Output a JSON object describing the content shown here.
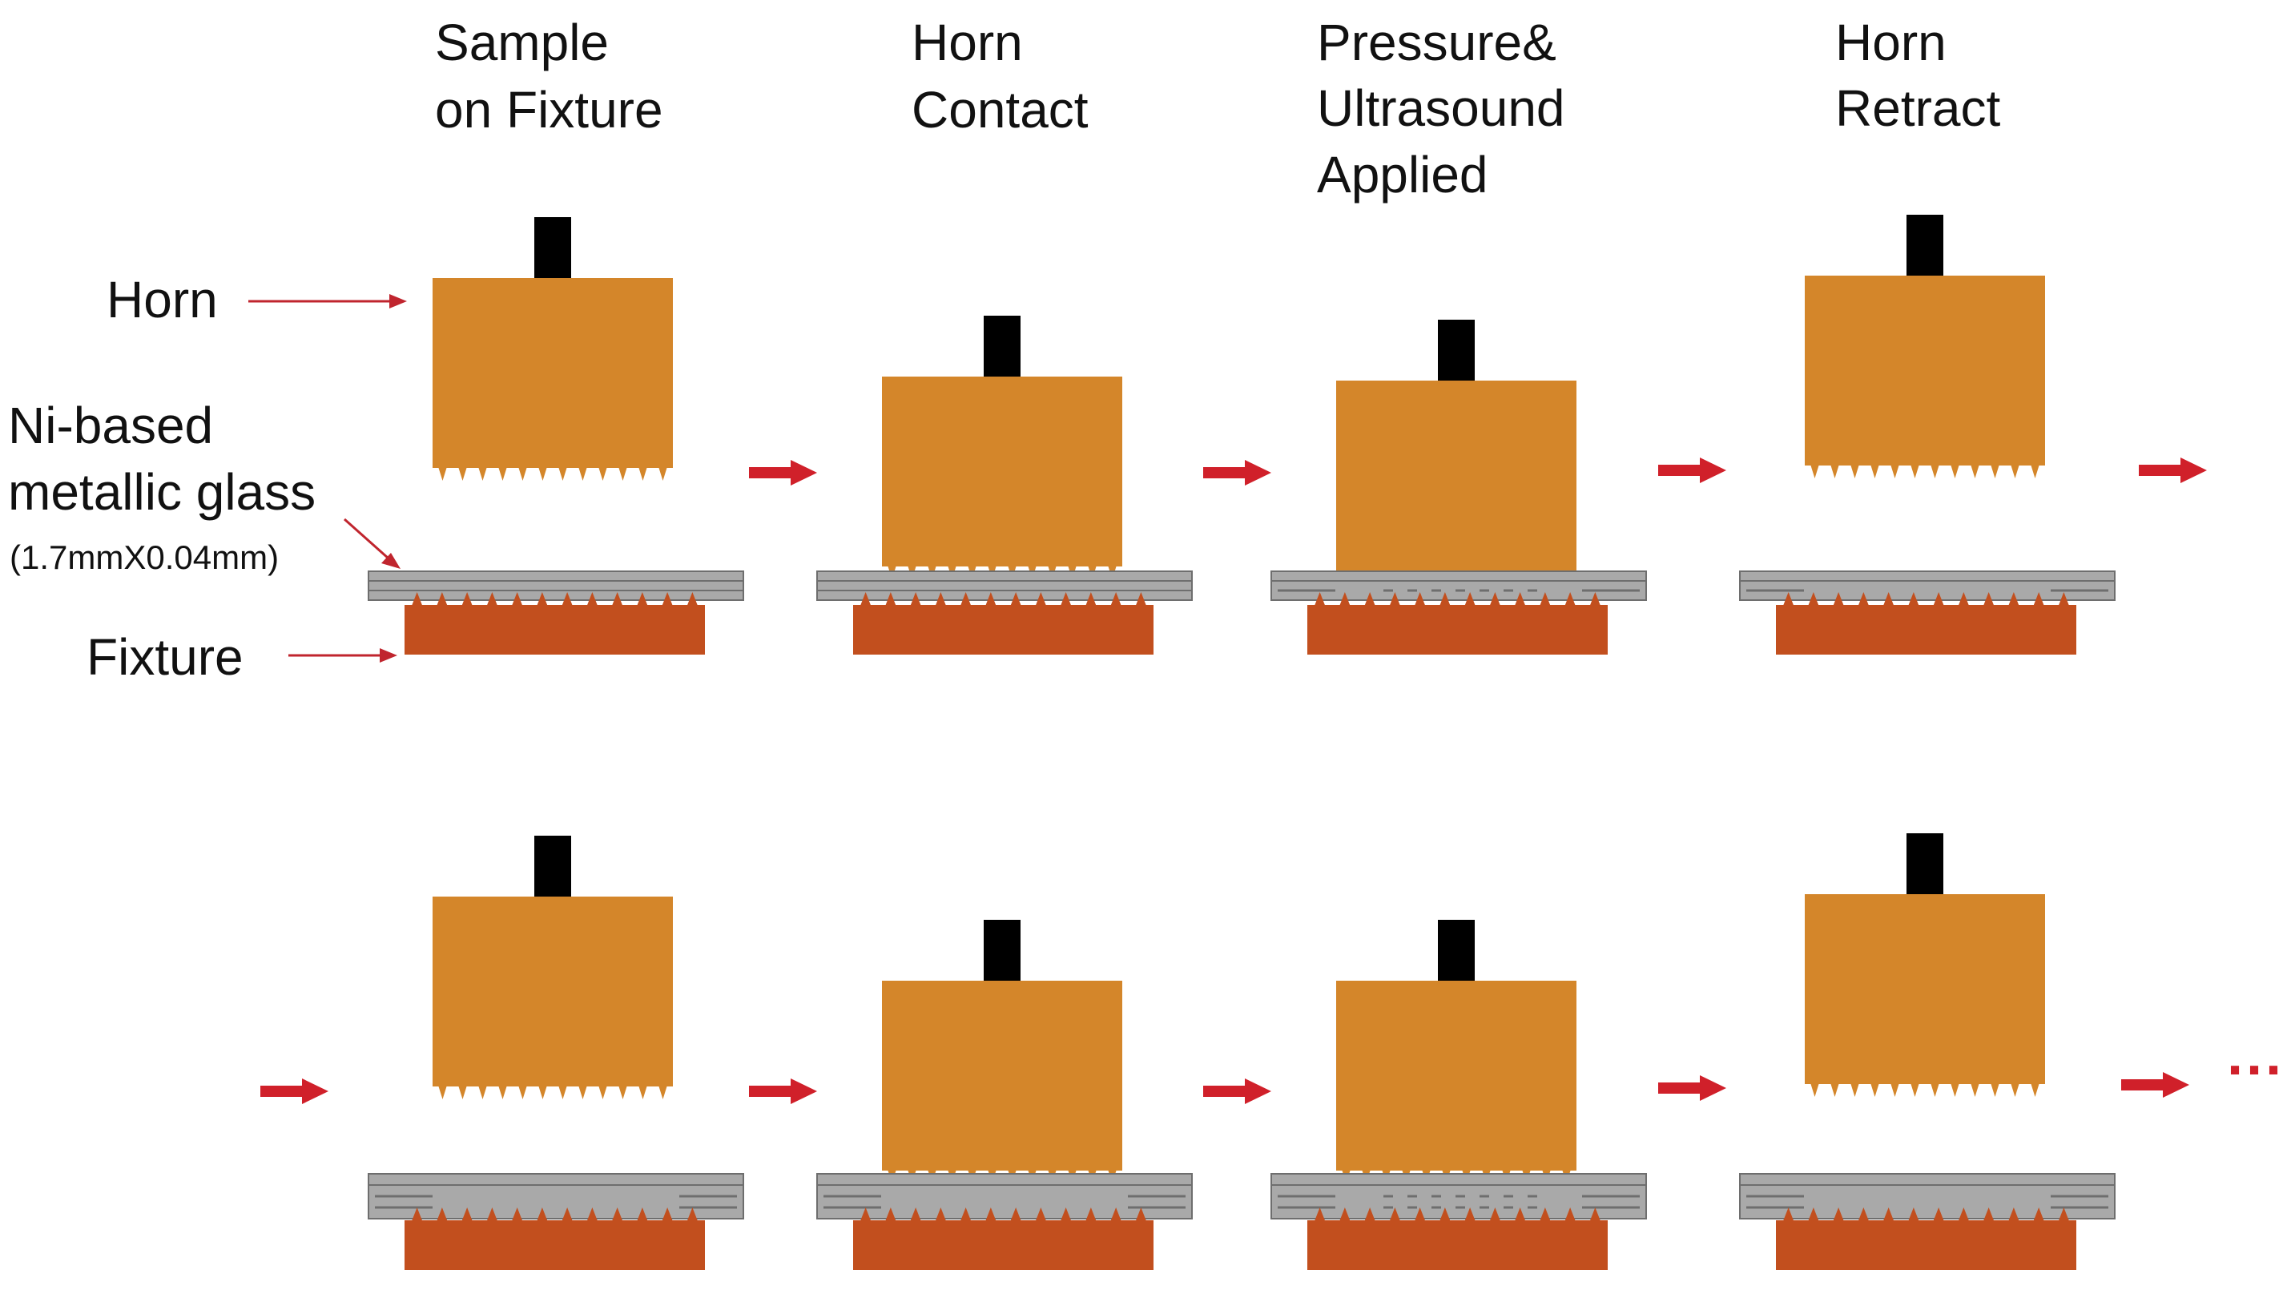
{
  "steps": [
    {
      "lines": [
        "Sample",
        "on Fixture"
      ]
    },
    {
      "lines": [
        "Horn",
        "Contact"
      ]
    },
    {
      "lines": [
        "Pressure&",
        "Ultrasound",
        "Applied"
      ]
    },
    {
      "lines": [
        "Horn",
        "Retract"
      ]
    }
  ],
  "labels": {
    "horn": "Horn",
    "glass_line1": "Ni-based",
    "glass_line2": "metallic glass",
    "glass_dims": "(1.7mmX0.04mm)",
    "fixture": "Fixture"
  },
  "continuation": "···",
  "colors": {
    "horn": "#D4862A",
    "horn_stem": "#000000",
    "fixture": "#C24F1E",
    "sheet": "#A9A9A9",
    "sheet_edge": "#6E6E6E",
    "arrow": "#D0202A",
    "pointer": "#C0252E",
    "text": "#111111"
  }
}
